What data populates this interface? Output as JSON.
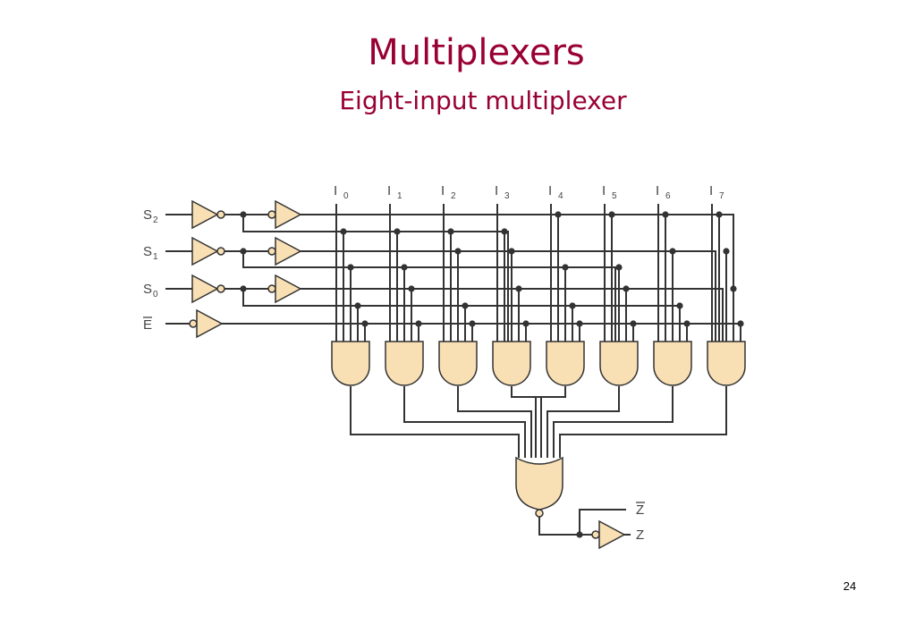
{
  "slide": {
    "title": "Multiplexers",
    "subtitle": "Eight-input multiplexer",
    "page_number": "24"
  },
  "diagram": {
    "data_inputs": [
      {
        "letter": "I",
        "index": "0"
      },
      {
        "letter": "I",
        "index": "1"
      },
      {
        "letter": "I",
        "index": "2"
      },
      {
        "letter": "I",
        "index": "3"
      },
      {
        "letter": "I",
        "index": "4"
      },
      {
        "letter": "I",
        "index": "5"
      },
      {
        "letter": "I",
        "index": "6"
      },
      {
        "letter": "I",
        "index": "7"
      }
    ],
    "select_inputs": [
      {
        "letter": "S",
        "index": "2"
      },
      {
        "letter": "S",
        "index": "1"
      },
      {
        "letter": "S",
        "index": "0"
      }
    ],
    "enable_input": "E",
    "outputs": {
      "inverted": "Z",
      "normal": "Z"
    },
    "colors": {
      "gate_fill": "#f9dfb4",
      "wire": "#333333",
      "title": "#990033"
    }
  }
}
